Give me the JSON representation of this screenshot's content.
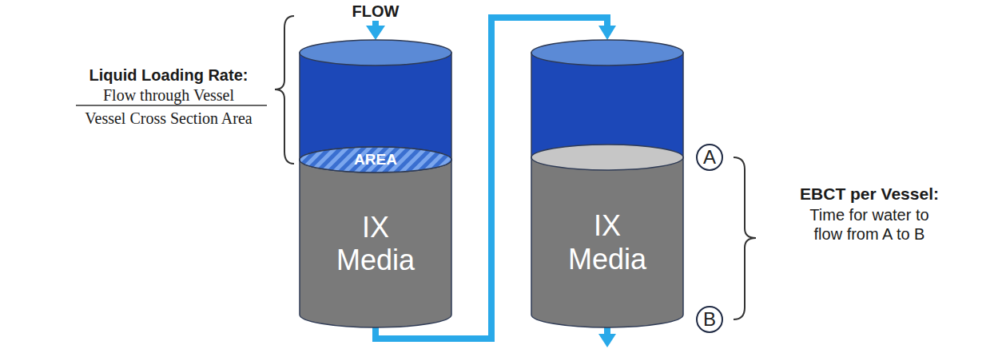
{
  "diagram": {
    "nodes": [
      {
        "text": [
          "IX Media"
        ]
      },
      {
        "text": [
          "AREA"
        ],
        "in": 0
      },
      {
        "text": [
          "IX Media"
        ]
      },
      {
        "text": [
          "A"
        ]
      },
      {
        "text": [
          "B"
        ]
      }
    ],
    "edges": [
      {
        "from": 0,
        "to": 2,
        "arrow": "to"
      }
    ],
    "labels": [
      "FLOW",
      "Liquid Loading Rate:",
      "Flow through Vessel",
      "Vessel Cross Section Area",
      "EBCT per Vessel:",
      "Time for water to flow from A to B"
    ]
  }
}
